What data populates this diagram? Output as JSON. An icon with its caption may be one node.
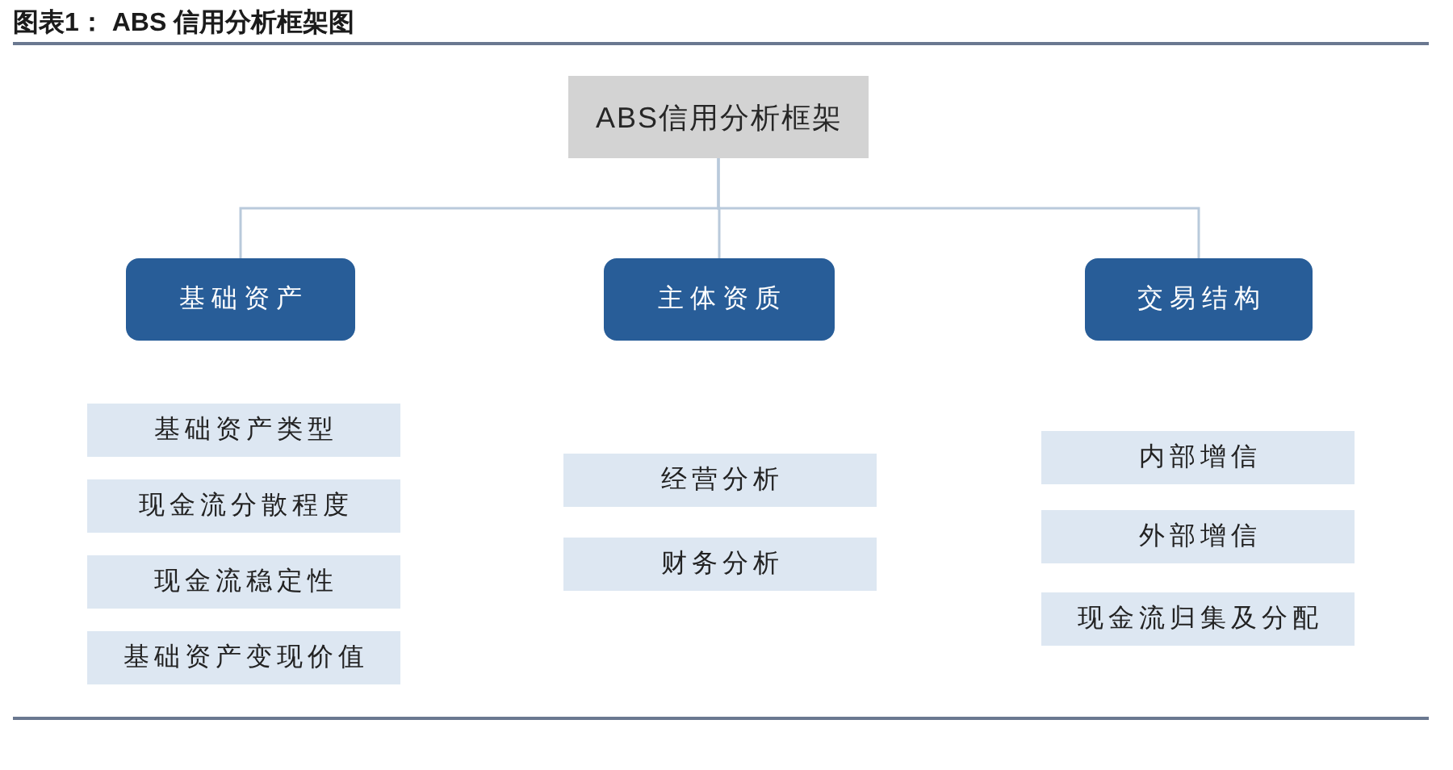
{
  "diagram": {
    "title": "图表1： ABS 信用分析框架图",
    "nodes": [
      {
        "text": [
          "ABS信用分析框架"
        ]
      },
      {
        "text": [
          "基础资产"
        ]
      },
      {
        "text": [
          "主体资质"
        ]
      },
      {
        "text": [
          "交易结构"
        ]
      },
      {
        "text": [
          "基础资产类型"
        ]
      },
      {
        "text": [
          "现金流分散程度"
        ]
      },
      {
        "text": [
          "现金流稳定性"
        ]
      },
      {
        "text": [
          "基础资产变现价值"
        ]
      },
      {
        "text": [
          "经营分析"
        ]
      },
      {
        "text": [
          "财务分析"
        ]
      },
      {
        "text": [
          "内部增信"
        ]
      },
      {
        "text": [
          "外部增信"
        ]
      },
      {
        "text": [
          "现金流归集及分配"
        ]
      }
    ],
    "edges": [
      {
        "from": 0,
        "to": 1,
        "arrow": "none"
      },
      {
        "from": 0,
        "to": 2,
        "arrow": "none"
      },
      {
        "from": 0,
        "to": 3,
        "arrow": "none"
      }
    ]
  }
}
